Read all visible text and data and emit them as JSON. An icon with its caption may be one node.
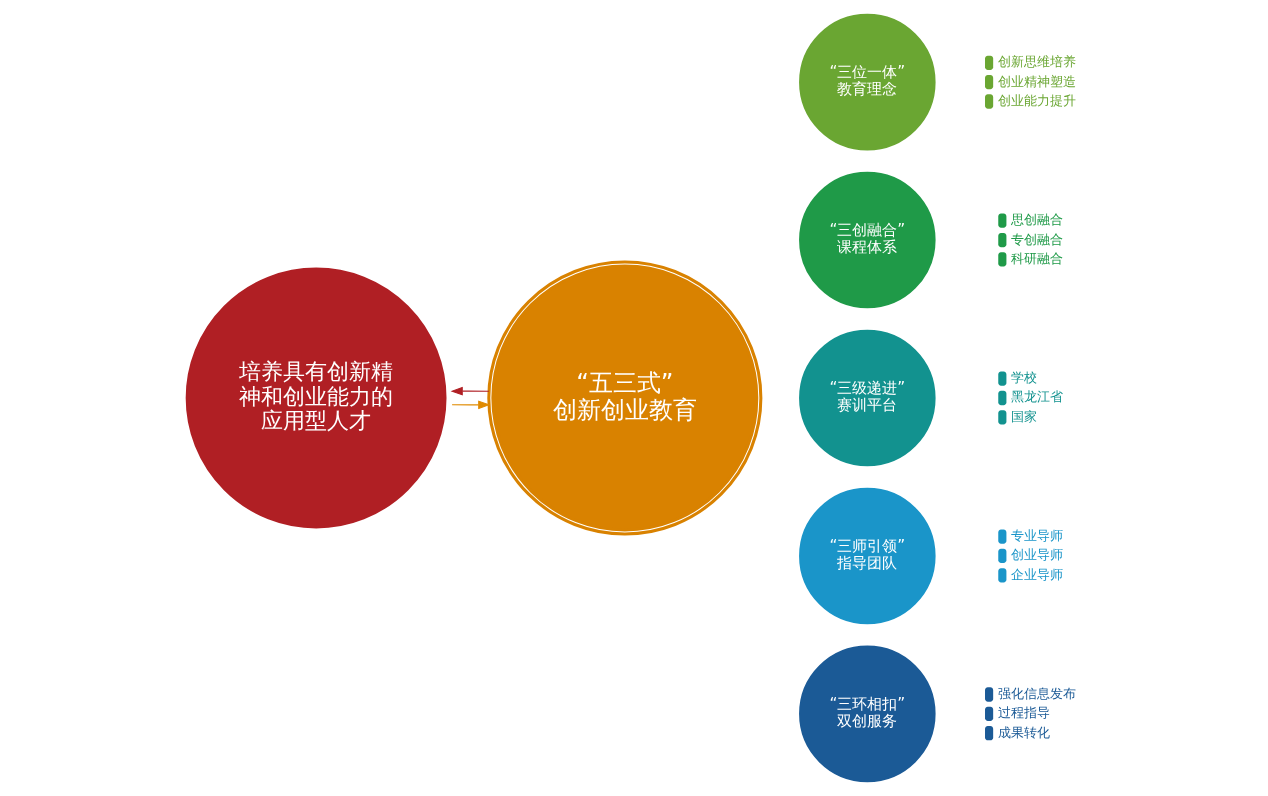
{
  "diagram": {
    "nodes": [
      {
        "text": [
          "培养具有创新精神和创业能力的应用型人才"
        ]
      },
      {
        "text": [
          "“五三式”",
          "创新创业教育"
        ]
      },
      {
        "text": [
          "“三位一体”",
          "教育理念"
        ],
        "beside": [
          "创新思维培养",
          "创业精神塑造",
          "创业能力提升"
        ]
      },
      {
        "text": [
          "“三创融合”",
          "课程体系"
        ],
        "beside": [
          "思创融合",
          "专创融合",
          "科研融合"
        ]
      },
      {
        "text": [
          "“三级递进”",
          "赛训平台"
        ],
        "beside": [
          "学校",
          "黑龙江省",
          "国家"
        ]
      },
      {
        "text": [
          "“三师引领”",
          "指导团队"
        ],
        "beside": [
          "专业导师",
          "创业导师",
          "企业导师"
        ]
      },
      {
        "text": [
          "“三环相扣”",
          "双创服务"
        ],
        "beside": [
          "强化信息发布",
          "过程指导",
          "成果转化"
        ]
      }
    ],
    "edges": [
      {
        "from": 0,
        "to": 1,
        "arrow": "to",
        "color": "#e08a00"
      },
      {
        "from": 1,
        "to": 0,
        "arrow": "to",
        "color": "#b01f24"
      }
    ]
  }
}
